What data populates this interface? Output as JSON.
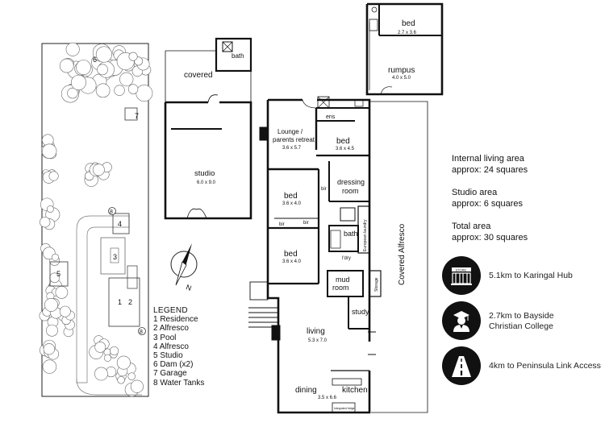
{
  "site": {
    "numbers": [
      "1",
      "2",
      "3",
      "4",
      "5",
      "6",
      "7",
      "8",
      "8"
    ],
    "compass_n": "N"
  },
  "legend": {
    "title": "LEGEND",
    "items": [
      "1 Residence",
      "2 Alfresco",
      "3 Pool",
      "4 Alfresco",
      "5 Studio",
      "6 Dam (x2)",
      "7 Garage",
      "8 Water Tanks"
    ]
  },
  "studio": {
    "bath": "bath",
    "covered": "covered",
    "name": "studio",
    "dims": "6.0 x 9.0"
  },
  "house": {
    "lounge_name": "Lounge /",
    "lounge_name2": "parents retreat",
    "lounge_dims": "3.6 x 5.7",
    "ens": "ens",
    "bed1_name": "bed",
    "bed1_dims": "3.6 x 4.5",
    "dressing1": "dressing",
    "dressing2": "room",
    "bir": "bir",
    "bed2_name": "bed",
    "bed2_dims": "3.6 x 4.0",
    "bed3_name": "bed",
    "bed3_dims": "3.6 x 4.0",
    "bath": "bath",
    "euro_laundry": "European laundry",
    "ldry": "l'dry",
    "mud1": "mud",
    "mud2": "room",
    "storage": "Storage",
    "study": "study",
    "living_name": "living",
    "living_dims": "5.3 x 7.0",
    "dining": "dining",
    "kitchen": "kitchen",
    "kitchen_dims": "3.5 x 6.6",
    "fridge": "Integrated fridge",
    "covered_alfresco": "Covered Alfresco",
    "bed4_name": "bed",
    "bed4_dims": "2.7 x 3.6",
    "rumpus_name": "rumpus",
    "rumpus_dims": "4.0 x 5.0"
  },
  "areas": [
    {
      "l1": "Internal living area",
      "l2": "approx: 24 squares"
    },
    {
      "l1": "Studio area",
      "l2": "approx: 6 squares"
    },
    {
      "l1": "Total area",
      "l2": "approx: 30 squares"
    }
  ],
  "amenities": [
    {
      "l1": "5.1km to Karingal Hub",
      "l2": "",
      "icon": "store-icon",
      "sign": "STORE"
    },
    {
      "l1": "2.7km to Bayside",
      "l2": "Christian College",
      "icon": "graduate-icon"
    },
    {
      "l1": "4km to Peninsula Link Access",
      "l2": "",
      "icon": "road-icon"
    }
  ]
}
